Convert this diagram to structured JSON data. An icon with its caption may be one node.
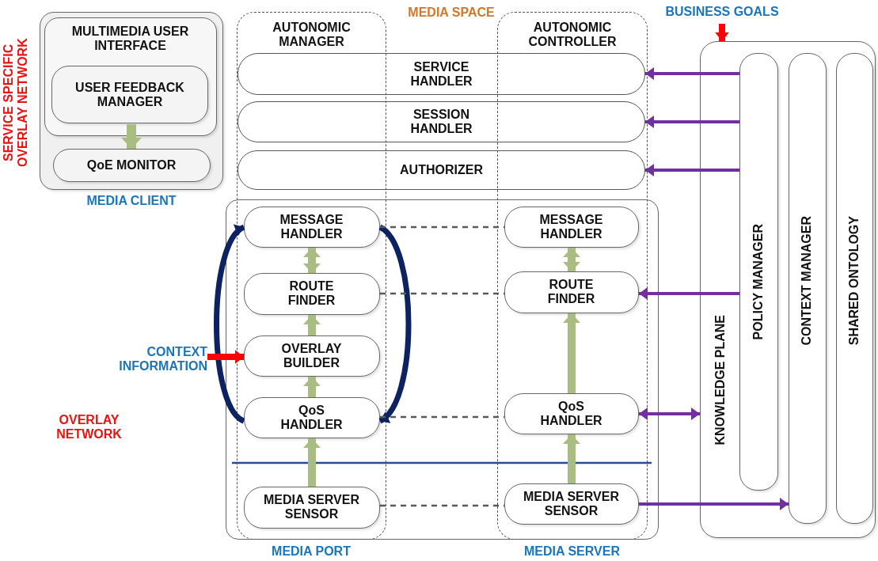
{
  "diagram": {
    "nodes": [
      {
        "text": [
          "MEDIA CLIENT"
        ]
      },
      {
        "text": [
          "MULTIMEDIA USER INTERFACE"
        ],
        "in": 0
      },
      {
        "text": [
          "USER FEEDBACK MANAGER"
        ],
        "in": 1
      },
      {
        "text": [
          "QoE MONITOR"
        ],
        "in": 0
      },
      {
        "text": [
          "AUTONOMIC MANAGER"
        ]
      },
      {
        "text": [
          "AUTONOMIC CONTROLLER"
        ]
      },
      {
        "text": [
          "SERVICE HANDLER"
        ]
      },
      {
        "text": [
          "SESSION HANDLER"
        ]
      },
      {
        "text": [
          "AUTHORIZER"
        ]
      },
      {
        "text": [
          "MESSAGE HANDLER"
        ],
        "in": 4
      },
      {
        "text": [
          "ROUTE FINDER"
        ],
        "in": 4
      },
      {
        "text": [
          "OVERLAY BUILDER"
        ],
        "in": 4
      },
      {
        "text": [
          "QoS HANDLER"
        ],
        "in": 4
      },
      {
        "text": [
          "MEDIA SERVER SENSOR"
        ],
        "in": 4
      },
      {
        "text": [
          "MESSAGE HANDLER"
        ],
        "in": 5
      },
      {
        "text": [
          "ROUTE FINDER"
        ],
        "in": 5
      },
      {
        "text": [
          "QoS HANDLER"
        ],
        "in": 5
      },
      {
        "text": [
          "MEDIA SERVER SENSOR"
        ],
        "in": 5
      },
      {
        "text": [
          "KNOWLEDGE PLANE"
        ]
      },
      {
        "text": [
          "POLICY MANAGER"
        ],
        "in": 18
      },
      {
        "text": [
          "CONTEXT MANAGER"
        ],
        "in": 18
      },
      {
        "text": [
          "SHARED ONTOLOGY"
        ],
        "in": 18
      },
      {
        "text": [
          "BUSINESS GOALS"
        ]
      },
      {
        "text": [
          "CONTEXT INFORMATION"
        ]
      }
    ],
    "edges": [
      {
        "from": 2,
        "to": 3,
        "arrow": "to"
      },
      {
        "from": 9,
        "to": 10,
        "arrow": "both"
      },
      {
        "from": 11,
        "to": 10,
        "arrow": "to"
      },
      {
        "from": 12,
        "to": 11,
        "arrow": "to"
      },
      {
        "from": 13,
        "to": 12,
        "arrow": "to"
      },
      {
        "from": 12,
        "to": 9,
        "arrow": "to",
        "color": "#0d2260"
      },
      {
        "from": 9,
        "to": 12,
        "arrow": "to",
        "color": "#0d2260"
      },
      {
        "from": 9,
        "to": 14,
        "arrow": "none",
        "style": "dashed",
        "color": "#595959"
      },
      {
        "from": 10,
        "to": 15,
        "arrow": "none",
        "style": "dashed",
        "color": "#595959"
      },
      {
        "from": 12,
        "to": 16,
        "arrow": "none",
        "style": "dashed",
        "color": "#595959"
      },
      {
        "from": 13,
        "to": 17,
        "arrow": "none",
        "style": "dashed",
        "color": "#595959"
      },
      {
        "from": 14,
        "to": 15,
        "arrow": "both"
      },
      {
        "from": 16,
        "to": 15,
        "arrow": "to"
      },
      {
        "from": 17,
        "to": 16,
        "arrow": "to"
      },
      {
        "from": 19,
        "to": 6,
        "arrow": "to",
        "color": "#7030a0"
      },
      {
        "from": 19,
        "to": 7,
        "arrow": "to",
        "color": "#7030a0"
      },
      {
        "from": 19,
        "to": 8,
        "arrow": "to",
        "color": "#7030a0"
      },
      {
        "from": 19,
        "to": 15,
        "arrow": "to",
        "color": "#7030a0"
      },
      {
        "from": 16,
        "to": 18,
        "arrow": "both",
        "color": "#7030a0"
      },
      {
        "from": 17,
        "to": 20,
        "arrow": "to",
        "color": "#7030a0"
      },
      {
        "from": 22,
        "to": 18,
        "arrow": "to",
        "color": "#ff0000"
      },
      {
        "from": 23,
        "to": 11,
        "arrow": "to",
        "color": "#ff0000"
      }
    ],
    "labels": [
      "MEDIA SPACE",
      "SERVICE SPECIFIC OVERLAY NETWORK",
      "OVERLAY NETWORK",
      "MEDIA PORT",
      "MEDIA SERVER"
    ]
  }
}
